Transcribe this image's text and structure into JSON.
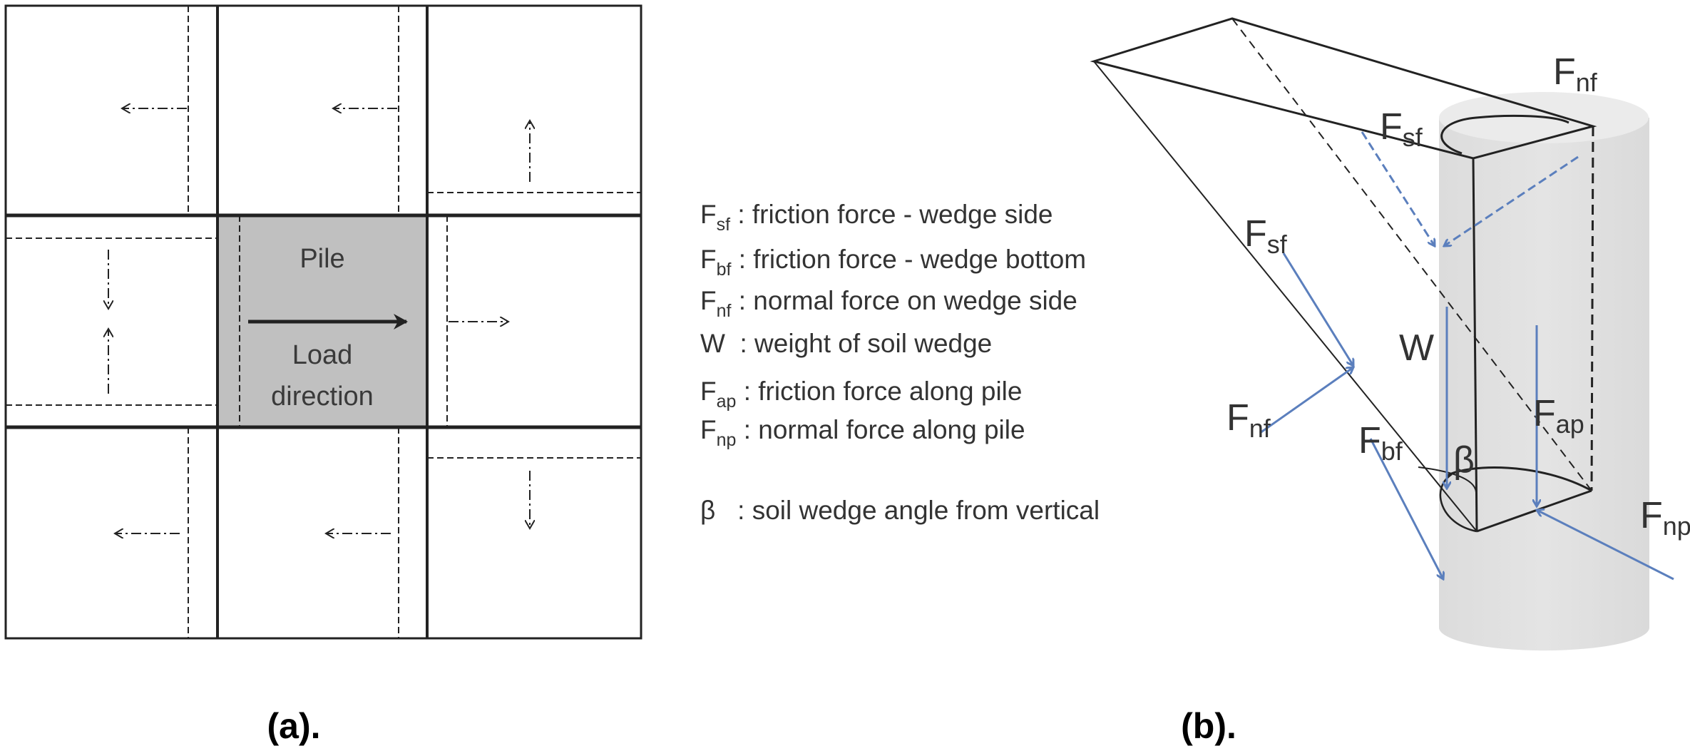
{
  "panel_a": {
    "pile_label": "Pile",
    "load_label_line1": "Load",
    "load_label_line2": "direction",
    "caption": "(a)."
  },
  "panel_b": {
    "caption": "(b).",
    "legend": [
      {
        "symbol": "F",
        "sub": "sf",
        "text": " : friction force - wedge side"
      },
      {
        "symbol": "F",
        "sub": "bf",
        "text": " : friction force - wedge bottom"
      },
      {
        "symbol": "F",
        "sub": "nf",
        "text": " : normal force on wedge side"
      },
      {
        "symbol": "W",
        "sub": "",
        "text": "  : weight of soil wedge"
      },
      {
        "symbol": "F",
        "sub": "ap",
        "text": " : friction force along pile"
      },
      {
        "symbol": "F",
        "sub": "np",
        "text": " : normal force along pile"
      },
      {
        "symbol": "β",
        "sub": "",
        "text": "   : soil wedge angle from vertical"
      }
    ],
    "force_labels": {
      "fsf_top": {
        "symbol": "F",
        "sub": "sf"
      },
      "fnf_top": {
        "symbol": "F",
        "sub": "nf"
      },
      "fsf_left": {
        "symbol": "F",
        "sub": "sf"
      },
      "fnf_left": {
        "symbol": "F",
        "sub": "nf"
      },
      "w": {
        "symbol": "W",
        "sub": ""
      },
      "fbf": {
        "symbol": "F",
        "sub": "bf"
      },
      "fap": {
        "symbol": "F",
        "sub": "ap"
      },
      "fnp": {
        "symbol": "F",
        "sub": "np"
      },
      "beta": {
        "symbol": "β",
        "sub": ""
      }
    },
    "colors": {
      "force_arrow": "#5b7fbd",
      "pile_fill": "#e2e2e2",
      "pile_square": "#c0c0c0"
    }
  }
}
